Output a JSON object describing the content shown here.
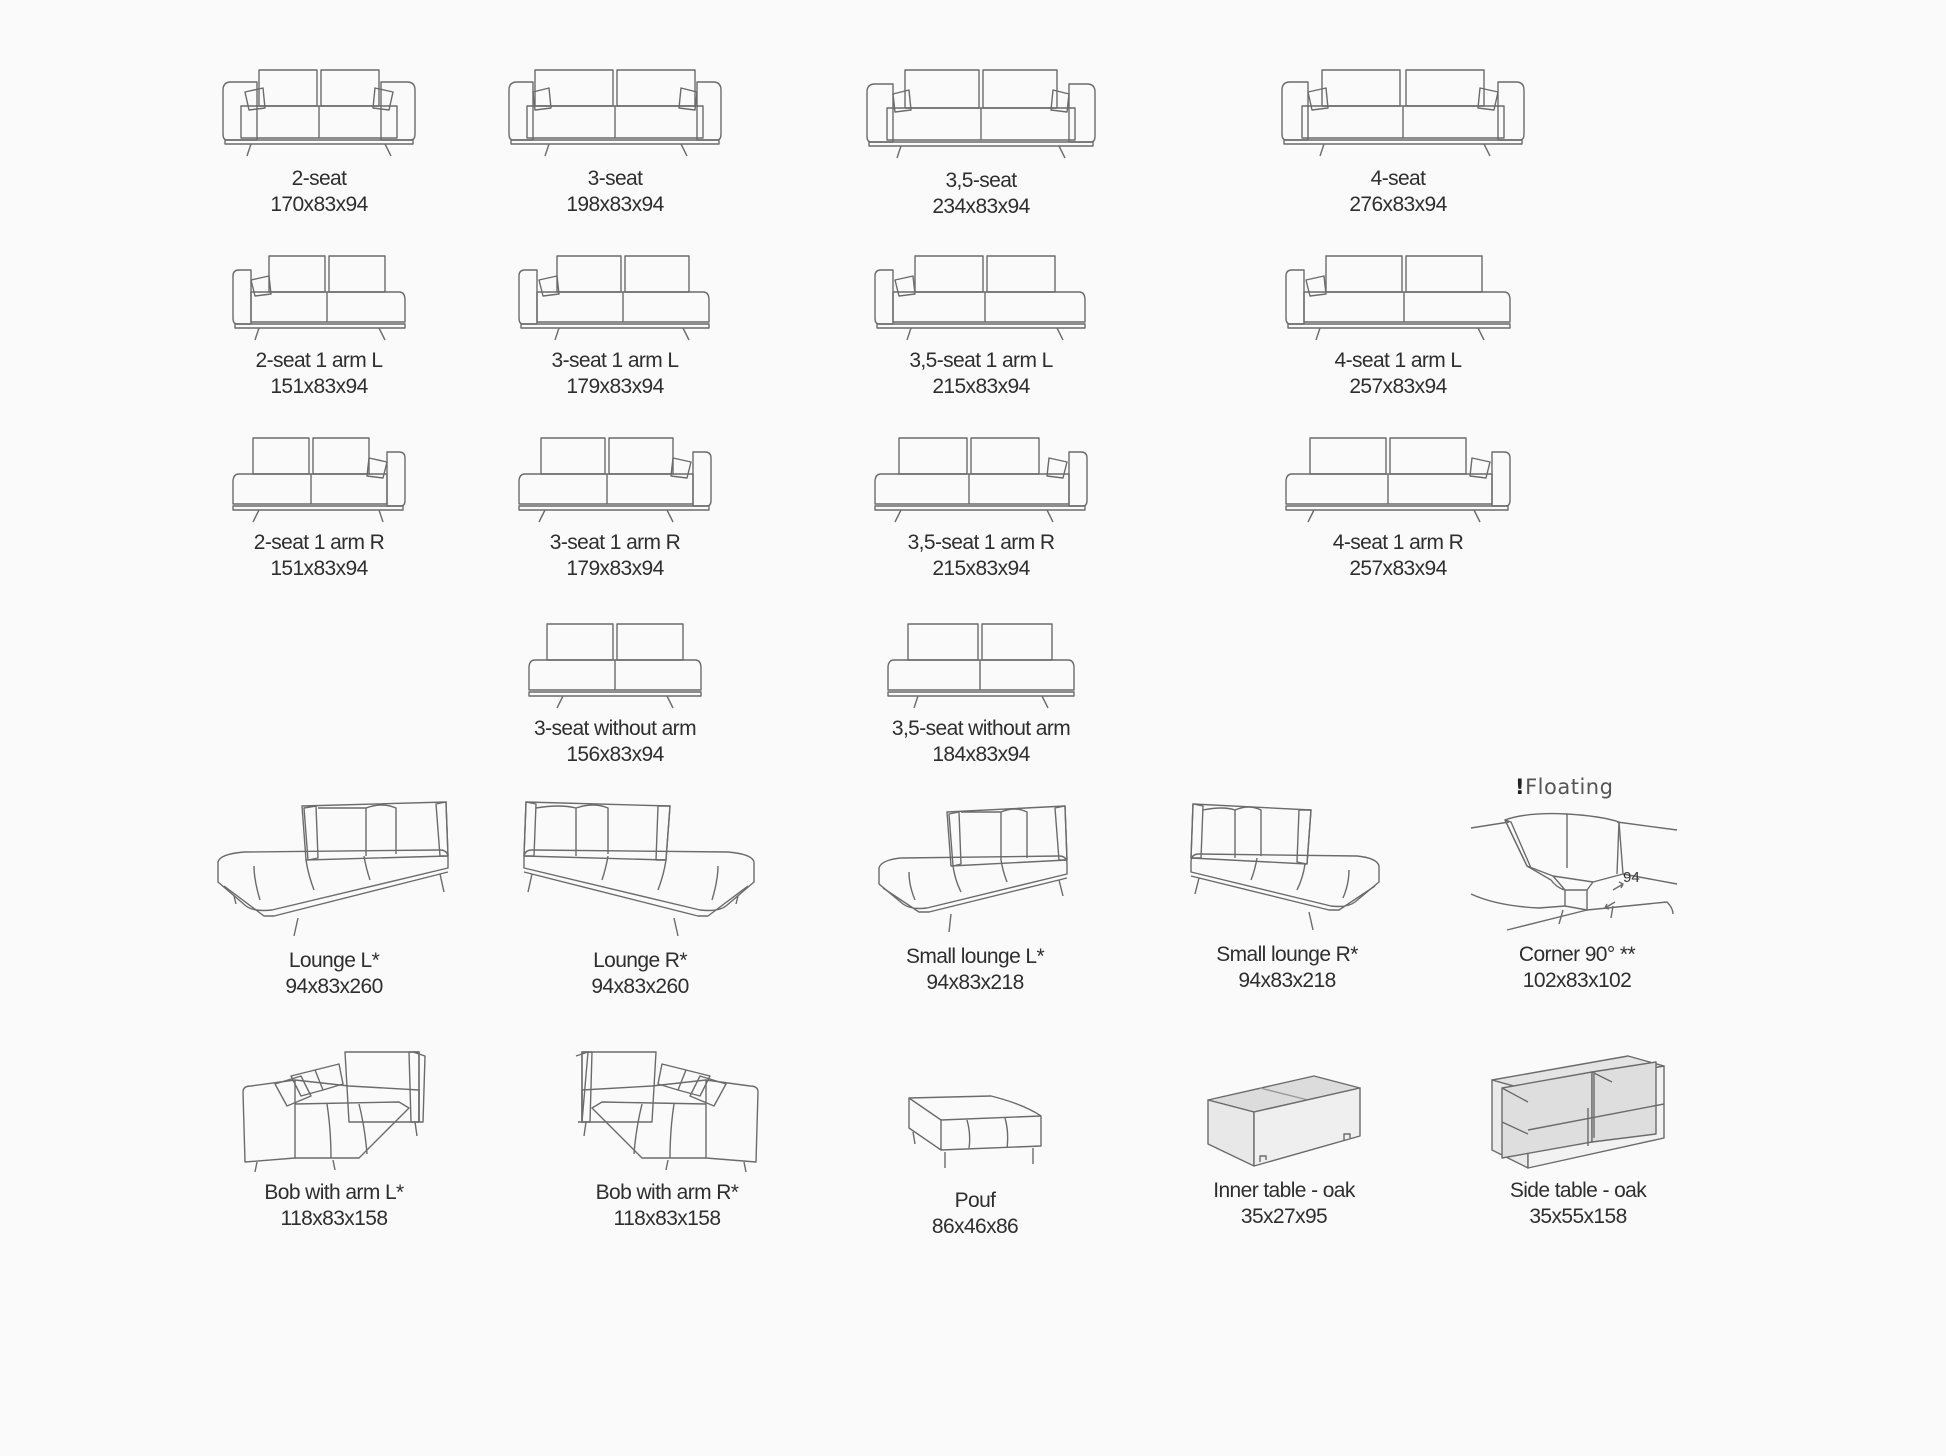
{
  "items": [
    {
      "label": "2-seat",
      "dims": "170x83x94",
      "icon": "sofa-2-seat-icon"
    },
    {
      "label": "3-seat",
      "dims": "198x83x94",
      "icon": "sofa-3-seat-icon"
    },
    {
      "label": "3,5-seat",
      "dims": "234x83x94",
      "icon": "sofa-3-5-seat-icon"
    },
    {
      "label": "4-seat",
      "dims": "276x83x94",
      "icon": "sofa-4-seat-icon"
    },
    {
      "label": "2-seat 1 arm L",
      "dims": "151x83x94",
      "icon": "sofa-2-seat-arm-l-icon"
    },
    {
      "label": "3-seat 1 arm L",
      "dims": "179x83x94",
      "icon": "sofa-3-seat-arm-l-icon"
    },
    {
      "label": "3,5-seat 1 arm L",
      "dims": "215x83x94",
      "icon": "sofa-3-5-seat-arm-l-icon"
    },
    {
      "label": "4-seat 1 arm L",
      "dims": "257x83x94",
      "icon": "sofa-4-seat-arm-l-icon"
    },
    {
      "label": "2-seat 1 arm R",
      "dims": "151x83x94",
      "icon": "sofa-2-seat-arm-r-icon"
    },
    {
      "label": "3-seat 1 arm R",
      "dims": "179x83x94",
      "icon": "sofa-3-seat-arm-r-icon"
    },
    {
      "label": "3,5-seat 1 arm R",
      "dims": "215x83x94",
      "icon": "sofa-3-5-seat-arm-r-icon"
    },
    {
      "label": "4-seat 1 arm R",
      "dims": "257x83x94",
      "icon": "sofa-4-seat-arm-r-icon"
    },
    {
      "label": "3-seat without arm",
      "dims": "156x83x94",
      "icon": "sofa-3-seat-no-arm-icon"
    },
    {
      "label": "3,5-seat without arm",
      "dims": "184x83x94",
      "icon": "sofa-3-5-seat-no-arm-icon"
    },
    {
      "label": "Lounge L*",
      "dims": "94x83x260",
      "icon": "lounge-l-icon"
    },
    {
      "label": "Lounge R*",
      "dims": "94x83x260",
      "icon": "lounge-r-icon"
    },
    {
      "label": "Small lounge L*",
      "dims": "94x83x218",
      "icon": "small-lounge-l-icon"
    },
    {
      "label": "Small lounge R*",
      "dims": "94x83x218",
      "icon": "small-lounge-r-icon"
    },
    {
      "label": "Corner 90° **",
      "dims": "102x83x102",
      "icon": "corner-90-icon"
    },
    {
      "label": "Bob with arm L*",
      "dims": "118x83x158",
      "icon": "bob-arm-l-icon"
    },
    {
      "label": "Bob with arm R*",
      "dims": "118x83x158",
      "icon": "bob-arm-r-icon"
    },
    {
      "label": "Pouf",
      "dims": "86x46x86",
      "icon": "pouf-icon"
    },
    {
      "label": "Inner table - oak",
      "dims": "35x27x95",
      "icon": "inner-table-icon"
    },
    {
      "label": "Side table - oak",
      "dims": "35x55x158",
      "icon": "side-table-icon"
    }
  ],
  "floating": {
    "mark": "!",
    "text": "Floating"
  },
  "corner_measure": "94",
  "colors": {
    "background": "#fafafa",
    "line": "#6b6b6b",
    "text": "#2e2e2e"
  }
}
